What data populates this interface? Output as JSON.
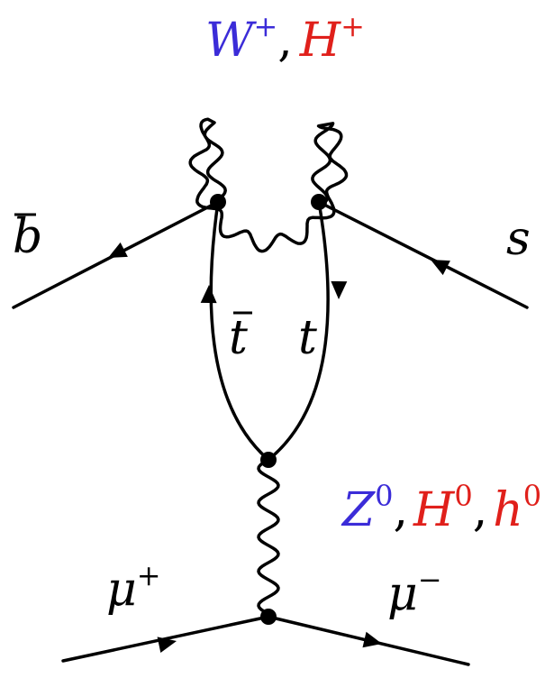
{
  "colors": {
    "blue": "#3b2cd8",
    "red": "#e0201b",
    "black": "#000000"
  },
  "labels": {
    "top_boson": {
      "w": "W",
      "w_sup": "+",
      "sep": ",",
      "h": "H",
      "h_sup": "+"
    },
    "bottom_boson": {
      "z": "Z",
      "z_sup": "0",
      "sep1": ",",
      "h": "H",
      "h_sup": "0",
      "sep2": ",",
      "hsmall": "h",
      "hsmall_sup": "0"
    },
    "b_bar": "b",
    "s": "s",
    "t_bar": "t",
    "t": "t",
    "mu_plus": {
      "base": "μ",
      "sup": "+"
    },
    "mu_minus": {
      "base": "μ",
      "sup": "−"
    }
  }
}
